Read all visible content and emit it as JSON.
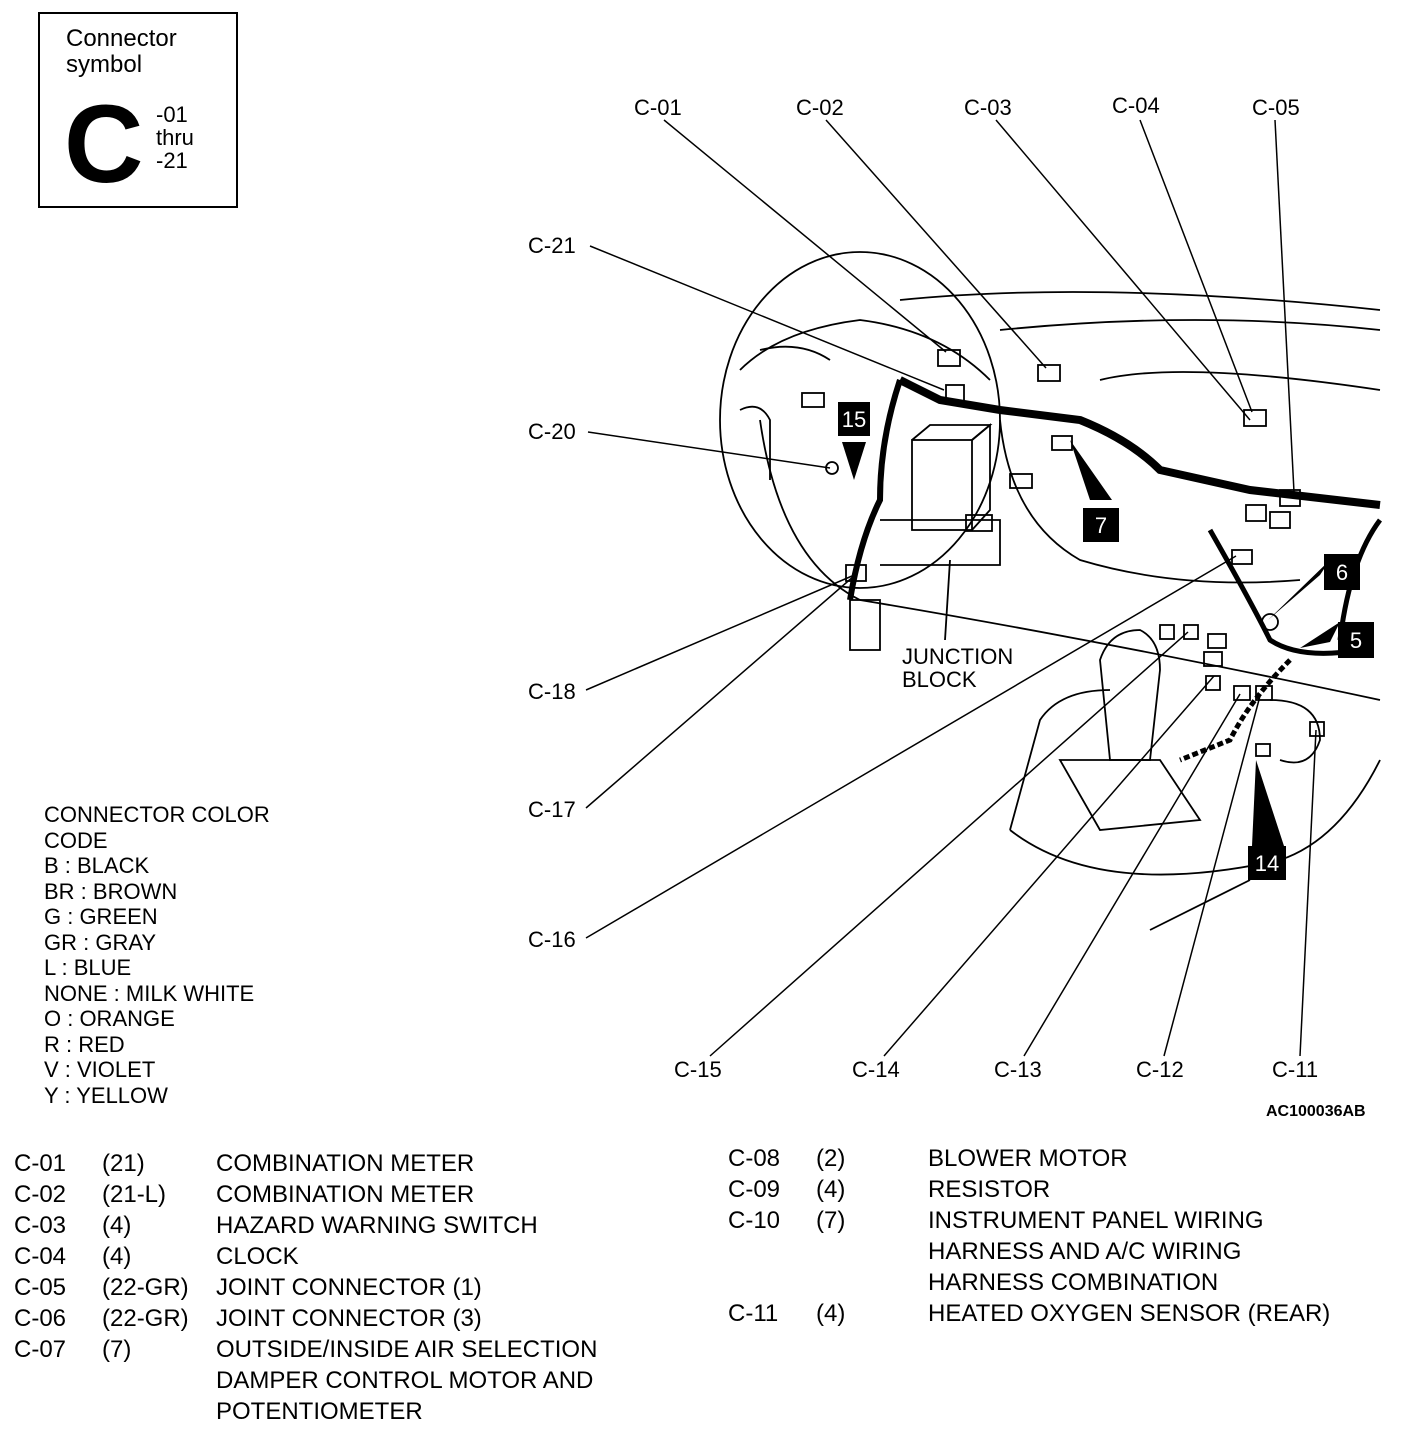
{
  "symbol": {
    "title_line1": "Connector",
    "title_line2": "symbol",
    "letter": "C",
    "range_start": "-01",
    "range_mid": "thru",
    "range_end": "-21"
  },
  "callouts": [
    "C-01",
    "C-02",
    "C-03",
    "C-04",
    "C-05",
    "C-11",
    "C-12",
    "C-13",
    "C-14",
    "C-15",
    "C-16",
    "C-17",
    "C-18",
    "C-20",
    "C-21"
  ],
  "junction_block": [
    "JUNCTION",
    "BLOCK"
  ],
  "badges": [
    "15",
    "7",
    "6",
    "5",
    "14"
  ],
  "figure_code": "AC100036AB",
  "color_code": {
    "heading": [
      "CONNECTOR COLOR",
      "CODE"
    ],
    "entries": [
      "B : BLACK",
      "BR : BROWN",
      "G : GREEN",
      "GR : GRAY",
      "L : BLUE",
      "NONE : MILK WHITE",
      "O : ORANGE",
      "R : RED",
      "V : VIOLET",
      "Y : YELLOW"
    ]
  },
  "connector_list_left": [
    {
      "id": "C-01",
      "pins": "(21)",
      "name": "COMBINATION METER"
    },
    {
      "id": "C-02",
      "pins": "(21-L)",
      "name": "COMBINATION METER"
    },
    {
      "id": "C-03",
      "pins": "(4)",
      "name": "HAZARD WARNING SWITCH"
    },
    {
      "id": "C-04",
      "pins": "(4)",
      "name": "CLOCK"
    },
    {
      "id": "C-05",
      "pins": "(22-GR)",
      "name": "JOINT CONNECTOR (1)"
    },
    {
      "id": "C-06",
      "pins": "(22-GR)",
      "name": "JOINT CONNECTOR (3)"
    },
    {
      "id": "C-07",
      "pins": "(7)",
      "name": "OUTSIDE/INSIDE AIR SELECTION"
    },
    {
      "id": "",
      "pins": "",
      "name": "DAMPER CONTROL MOTOR AND"
    },
    {
      "id": "",
      "pins": "",
      "name": "POTENTIOMETER"
    }
  ],
  "connector_list_right": [
    {
      "id": "C-08",
      "pins": "(2)",
      "name": "BLOWER MOTOR"
    },
    {
      "id": "C-09",
      "pins": "(4)",
      "name": "RESISTOR"
    },
    {
      "id": "C-10",
      "pins": "(7)",
      "name": "INSTRUMENT PANEL WIRING"
    },
    {
      "id": "",
      "pins": "",
      "name": "HARNESS AND A/C WIRING"
    },
    {
      "id": "",
      "pins": "",
      "name": "HARNESS COMBINATION"
    },
    {
      "id": "C-11",
      "pins": "(4)",
      "name": "HEATED OXYGEN SENSOR (REAR)"
    }
  ]
}
